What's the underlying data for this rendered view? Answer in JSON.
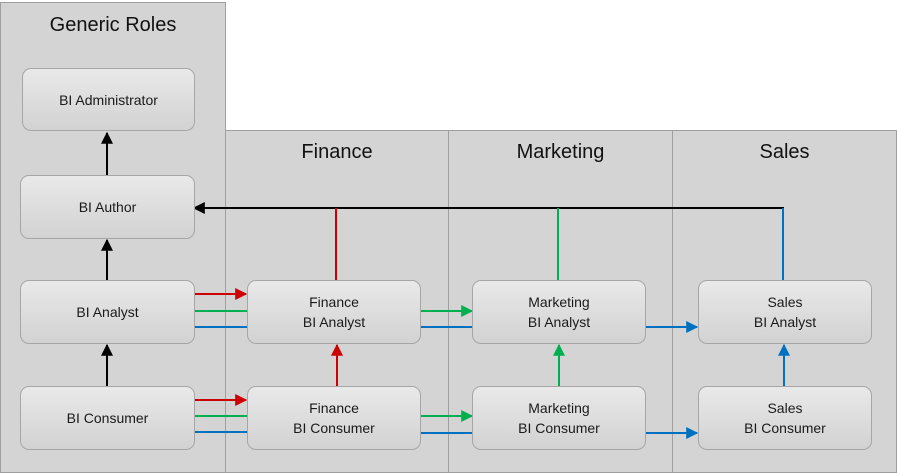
{
  "panels": {
    "generic": {
      "title": "Generic Roles"
    },
    "finance": {
      "title": "Finance"
    },
    "marketing": {
      "title": "Marketing"
    },
    "sales": {
      "title": "Sales"
    }
  },
  "nodes": {
    "bi_administrator": {
      "label": "BI Administrator"
    },
    "bi_author": {
      "label": "BI Author"
    },
    "bi_analyst": {
      "label": "BI Analyst"
    },
    "bi_consumer": {
      "label": "BI Consumer"
    },
    "finance_analyst": {
      "line1": "Finance",
      "line2": "BI Analyst"
    },
    "finance_consumer": {
      "line1": "Finance",
      "line2": "BI Consumer"
    },
    "marketing_analyst": {
      "line1": "Marketing",
      "line2": "BI Analyst"
    },
    "marketing_consumer": {
      "line1": "Marketing",
      "line2": "BI Consumer"
    },
    "sales_analyst": {
      "line1": "Sales",
      "line2": "BI Analyst"
    },
    "sales_consumer": {
      "line1": "Sales",
      "line2": "BI Consumer"
    }
  },
  "colors": {
    "finance": "#cc0000",
    "marketing": "#00b050",
    "sales": "#0070c0",
    "generic": "#000000"
  }
}
